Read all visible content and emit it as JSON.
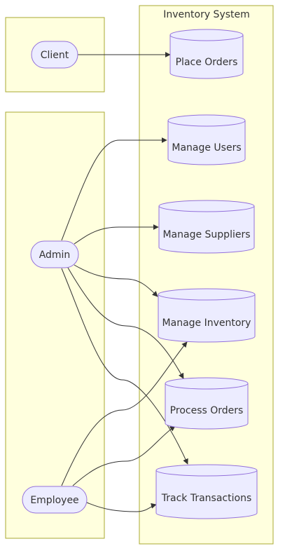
{
  "system": {
    "title": "Inventory System"
  },
  "actors": {
    "client": "Client",
    "admin": "Admin",
    "employee": "Employee"
  },
  "usecases": {
    "place_orders": "Place Orders",
    "manage_users": "Manage Users",
    "manage_suppliers": "Manage Suppliers",
    "manage_inventory": "Manage Inventory",
    "process_orders": "Process Orders",
    "track_transactions": "Track Transactions"
  },
  "colors": {
    "cluster_fill": "#ffffde",
    "cluster_stroke": "#aaaa33",
    "node_fill": "#ececff",
    "node_stroke": "#9370db",
    "edge": "#333333"
  }
}
